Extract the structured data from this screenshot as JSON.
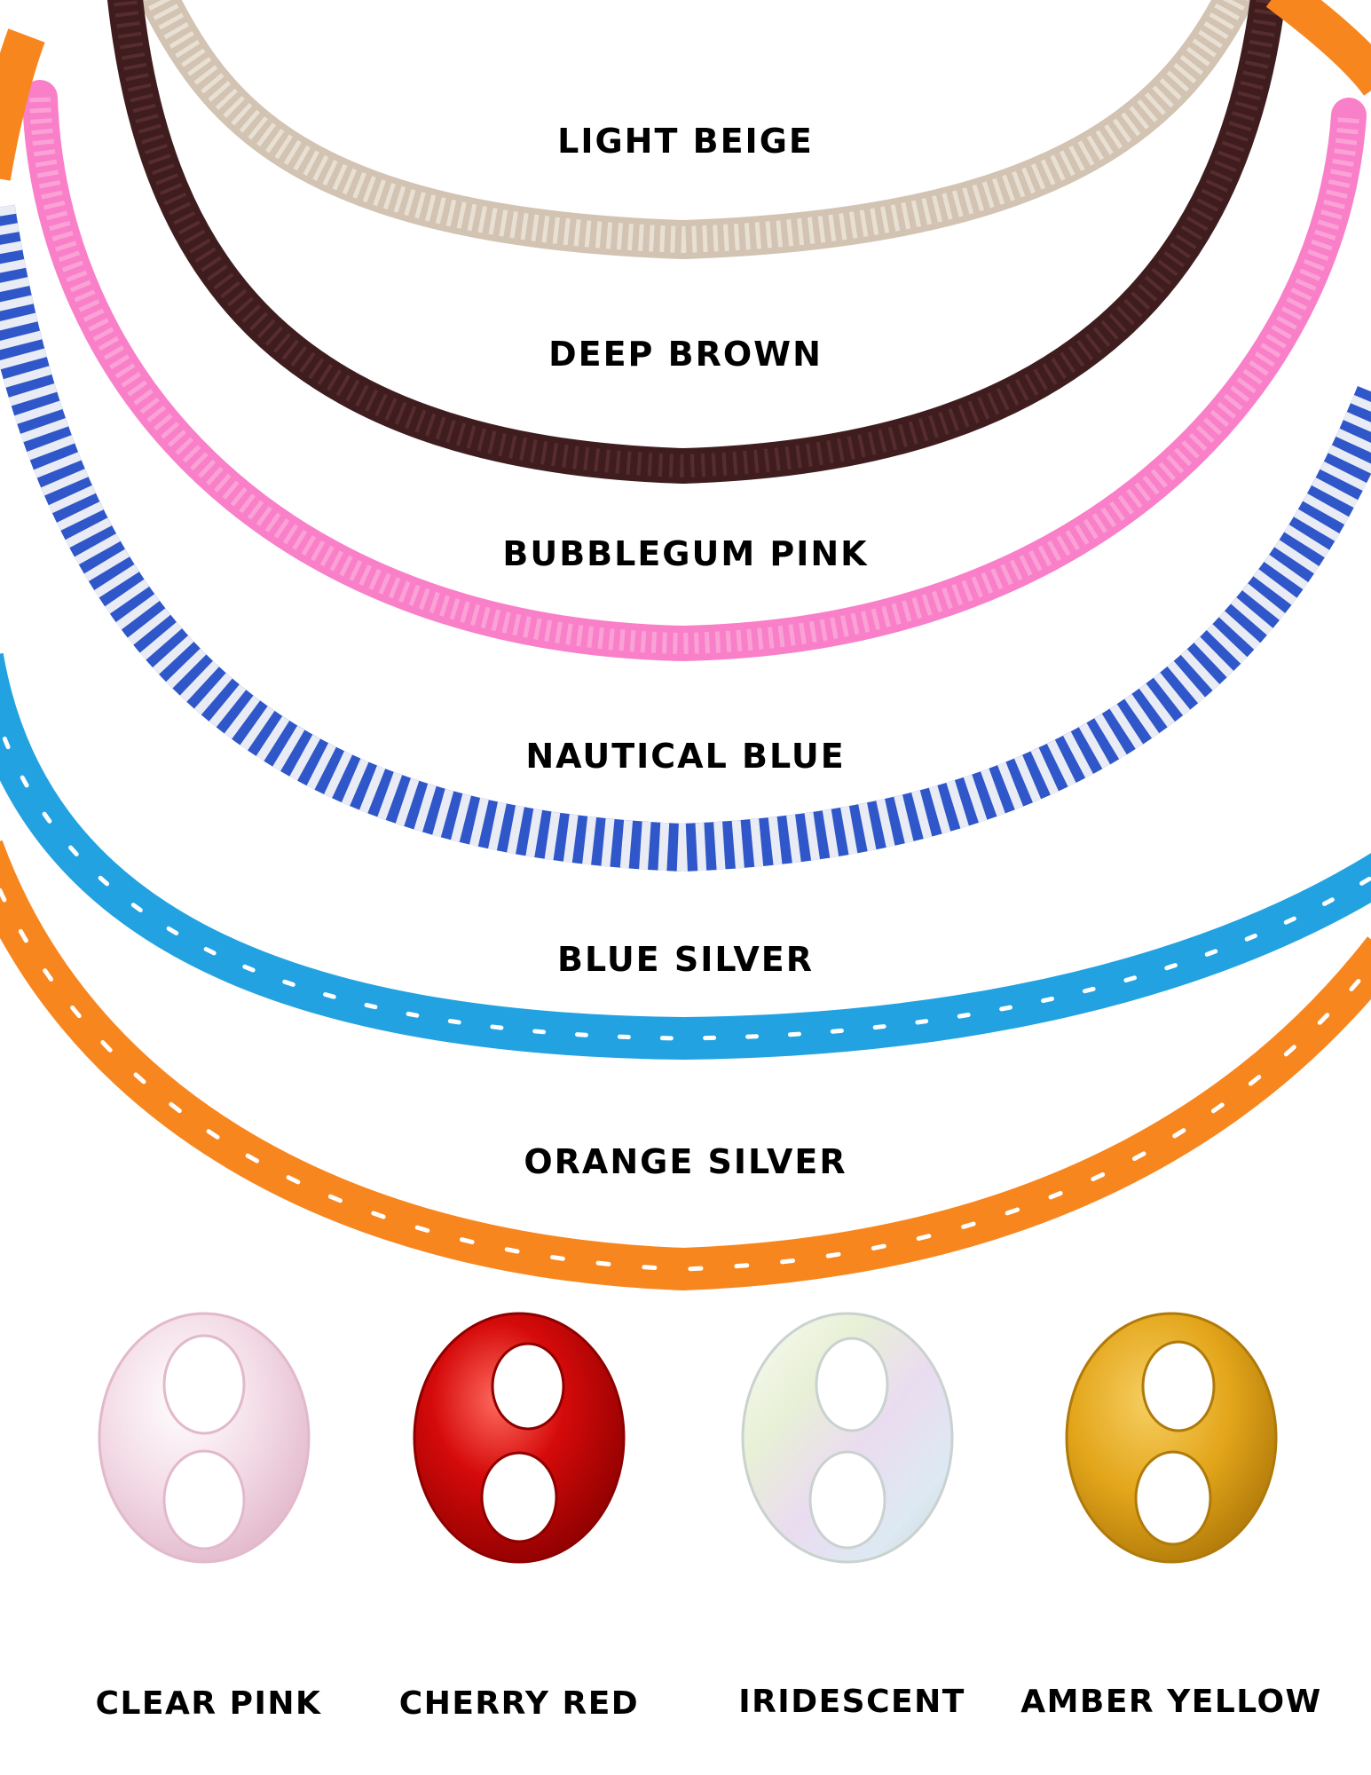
{
  "cords": [
    {
      "label": "LIGHT BEIGE",
      "color": "#d2c3b2",
      "accent": "#efe7dc",
      "pattern": "braid"
    },
    {
      "label": "DEEP BROWN",
      "color": "#3f1d1f",
      "accent": "#5a2f30",
      "pattern": "braid"
    },
    {
      "label": "BUBBLEGUM PINK",
      "color": "#f97fc9",
      "accent": "#fbb0dc",
      "pattern": "braid"
    },
    {
      "label": "NAUTICAL BLUE",
      "color": "#2f57c9",
      "accent": "#e9ecf4",
      "pattern": "stripe"
    },
    {
      "label": "BLUE SILVER",
      "color": "#22a2e0",
      "accent": "#ffffff",
      "pattern": "fleck"
    },
    {
      "label": "ORANGE SILVER",
      "color": "#f7861f",
      "accent": "#ffffff",
      "pattern": "fleck"
    }
  ],
  "beads": [
    {
      "label": "CLEAR PINK",
      "color": "#f3dbe6",
      "edge": "#e2b9cb"
    },
    {
      "label": "CHERRY RED",
      "color": "#d50a0a",
      "edge": "#8e0000"
    },
    {
      "label": "IRIDESCENT",
      "color": "#eef0ee",
      "edge": "#c9d2cf"
    },
    {
      "label": "AMBER YELLOW",
      "color": "#e3a51a",
      "edge": "#b07a0a"
    }
  ]
}
